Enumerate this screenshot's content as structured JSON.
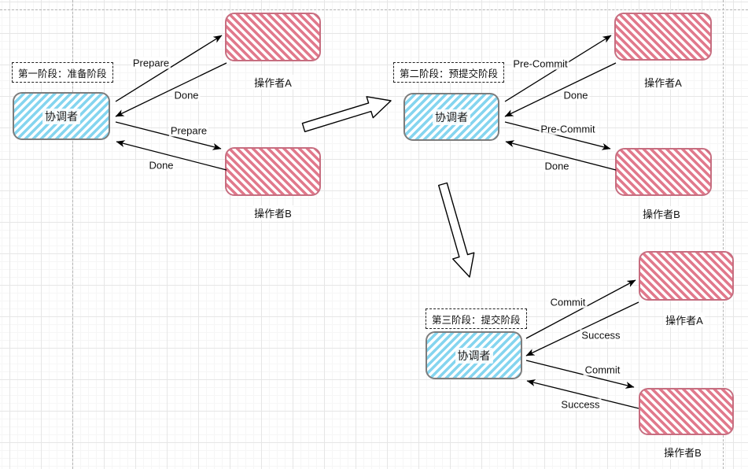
{
  "colors": {
    "coordinator_fill": "#85d5ef",
    "coordinator_border": "#7d7d7d",
    "operator_fill": "#e1798c",
    "operator_border": "#c76e80",
    "arrow": "#000000",
    "grid_major": "#e6e6e6",
    "grid_minor": "#f6f6f6",
    "guide_line": "#b3b3b3"
  },
  "phases": [
    {
      "label": "第一阶段：准备阶段",
      "coordinator": "协调者",
      "operator_a": "操作者A",
      "operator_b": "操作者B",
      "messages": {
        "to_a": "Prepare",
        "from_a": "Done",
        "to_b": "Prepare",
        "from_b": "Done"
      }
    },
    {
      "label": "第二阶段：预提交阶段",
      "coordinator": "协调者",
      "operator_a": "操作者A",
      "operator_b": "操作者B",
      "messages": {
        "to_a": "Pre-Commit",
        "from_a": "Done",
        "to_b": "Pre-Commit",
        "from_b": "Done"
      }
    },
    {
      "label": "第三阶段：提交阶段",
      "coordinator": "协调者",
      "operator_a": "操作者A",
      "operator_b": "操作者B",
      "messages": {
        "to_a": "Commit",
        "from_a": "Success",
        "to_b": "Commit",
        "from_b": "Success"
      }
    }
  ]
}
